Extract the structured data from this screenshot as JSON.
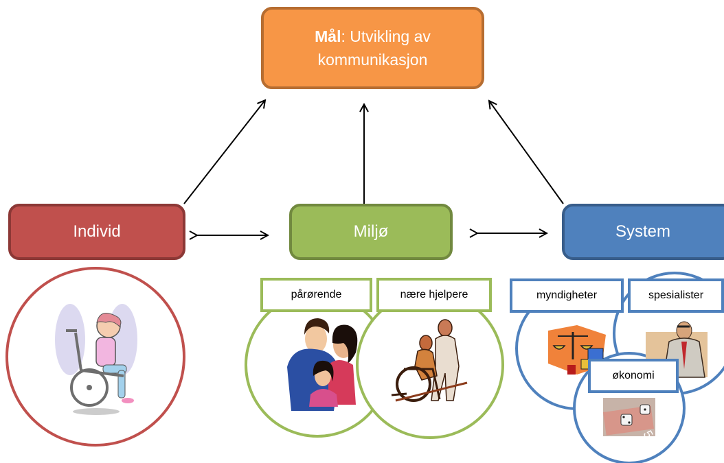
{
  "goal": {
    "bold": "Mål",
    "rest": ": Utvikling av kommunikasjon"
  },
  "boxes": {
    "individ": "Individ",
    "miljo": "Miljø",
    "system": "System"
  },
  "labels": {
    "parorende": "pårørende",
    "naere_hjelpere": "nære hjelpere",
    "myndigheter": "myndigheter",
    "spesialister": "spesialister",
    "okonomi": "økonomi"
  },
  "colors": {
    "goal": "#f79646",
    "individ": "#c0504d",
    "miljo": "#9bbb59",
    "system": "#4f81bd"
  },
  "icons": {
    "individ": "person-in-wheelchair-icon",
    "parorende": "family-icon",
    "naere_hjelpere": "caregiver-pushing-wheelchair-icon",
    "myndigheter": "scales-of-justice-icon",
    "spesialister": "specialist-man-icon",
    "okonomi": "money-dice-icon"
  }
}
